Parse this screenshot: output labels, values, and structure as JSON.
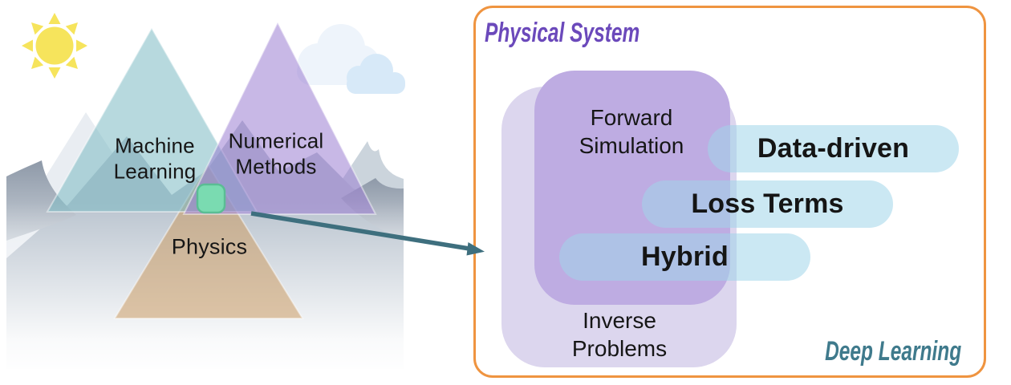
{
  "left_illustration": {
    "triangles": [
      {
        "label": "Machine\nLearning",
        "color": "#7BBAC3"
      },
      {
        "label": "Numerical\nMethods",
        "color": "#9B7ED1"
      },
      {
        "label": "Physics",
        "color": "#CC9C64"
      }
    ],
    "icons": {
      "sun": "sun-icon",
      "clouds": "cloud-icon",
      "intersection_marker": "rounded-square-marker",
      "arrow": "arrow-right"
    },
    "marker_color": "#7ADBB1",
    "marker_border_color": "#5ABD94",
    "sun_color": "#F6E45C",
    "arrow_color": "#3E6F7E"
  },
  "right_panel": {
    "frame_color": "#EF9440",
    "title": "Physical System",
    "title_color": "#6B49BB",
    "corner_label": "Deep Learning",
    "corner_label_color": "#3F7A8C",
    "outer_blob": {
      "label": "Inverse\nProblems",
      "color": "#DCD6EE"
    },
    "inner_blob": {
      "label": "Forward\nSimulation",
      "color": "#BEACE2"
    },
    "pills": [
      {
        "label": "Data-driven"
      },
      {
        "label": "Loss Terms"
      },
      {
        "label": "Hybrid"
      }
    ],
    "pill_color": "#CBE8F3"
  }
}
